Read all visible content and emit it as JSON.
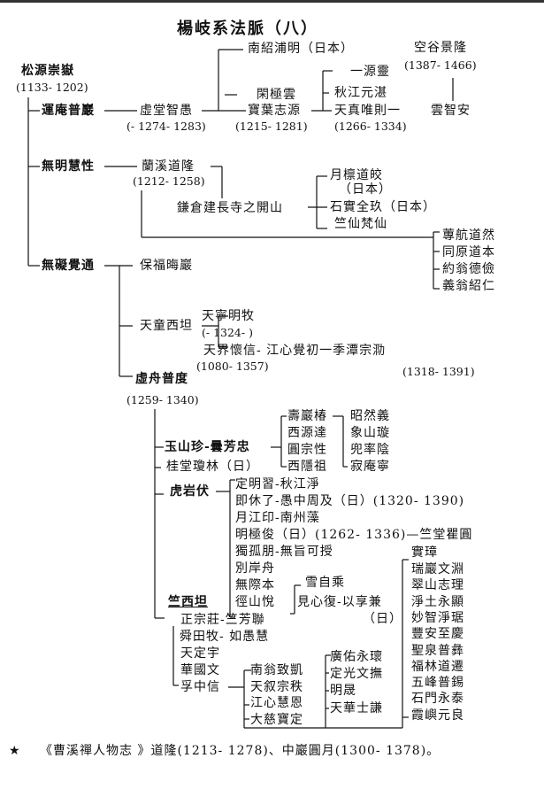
{
  "title": "楊岐系法脈（八）",
  "nodes": {
    "n1": "南紹浦明（日本）",
    "n2": "空谷景隆",
    "n2d": "(1387- 1466)",
    "root": "松源崇嶽",
    "rootd": "(1133- 1202)",
    "n3": "一源靈",
    "n4": "閑極雲",
    "n5": "秋江元湛",
    "a1": "運庵普巖",
    "a2": "虛堂智愚",
    "a2d": "(- 1274- 1283)",
    "a3": "寶葉志源",
    "a3d": "(1215- 1281)",
    "a4": "天真唯則一",
    "a4d": "(1266- 1334)",
    "a5": "雲智安",
    "b1": "無明慧性",
    "b2": "蘭溪道隆",
    "b2d": "(1212- 1258)",
    "b3": "月檩道皎",
    "b3n": "（日本）",
    "b4": "鎌倉建長寺之開山",
    "b5": "石實全玖（日本）",
    "b6": "竺仙梵仙",
    "b7": "蓴航道然",
    "b8": "同原道本",
    "b9": "約翁德儉",
    "b10": "義翁紹仁",
    "c1": "無礙覺通",
    "c2": "保福晦巖",
    "c3": "天童西坦",
    "c4": "天寧明牧",
    "c4d": "(- 1324- )",
    "c5": "天界懷信- 江心覺初一季潭宗泐",
    "c5d": "(1080- 1357)",
    "c5d2": "(1318- 1391)",
    "c6": "虛舟普度",
    "c6d": "(1259- 1340)",
    "e1": "玉山珍-曇芳忠",
    "e2": "桂堂瓊林（日）",
    "e3": "壽巖椿",
    "e4": "西源達",
    "e5": "圓宗性",
    "e6": "西隱祖",
    "e7": "昭然義",
    "e8": "象山璇",
    "e9": "兜率陰",
    "e10": "寂庵寧",
    "f1": "虎岩伏",
    "f2": "定明習-秋江淨",
    "f3": "即休了-愚中周及（日）(1320- 1390)",
    "f4": "月江印-南州藻",
    "f5": "明極俊（日）(1262- 1336)—竺堂瞿圓",
    "f6": "獨孤朋-無旨可授",
    "f7": "別岸舟",
    "f8": "無際本",
    "f9": "徑山悅",
    "f10": "雪自乘",
    "f11": "見心復-以享兼",
    "f12": "（日）",
    "g1": "竺西坦",
    "g2": "正宗莊-竺芳聯",
    "g3": "舜田牧- 如愚慧",
    "g4": "天定宇",
    "g5": "華國文",
    "g6": "孚中信",
    "g7": "南翁致凱",
    "g8": "天叙宗秩",
    "g9": "江心慧恩",
    "g10": "大慈寶定",
    "g11": "廣佑永瓌",
    "g12": "定光文撫",
    "g13": "明晟",
    "g14": "天華士謙",
    "h": [
      "實璋",
      "瑞巖文淵",
      "翠山志理",
      "淨土永顯",
      "妙智淨琚",
      "豐安至慶",
      "聖泉普彝",
      "福林道遷",
      "五峰普錫",
      "石門永泰",
      "霞嶼元良"
    ]
  },
  "footnote": {
    "star": "★",
    "text": "《曹溪禪人物志 》道隆(1213- 1278)、中巖圓月(1300- 1378)。"
  }
}
